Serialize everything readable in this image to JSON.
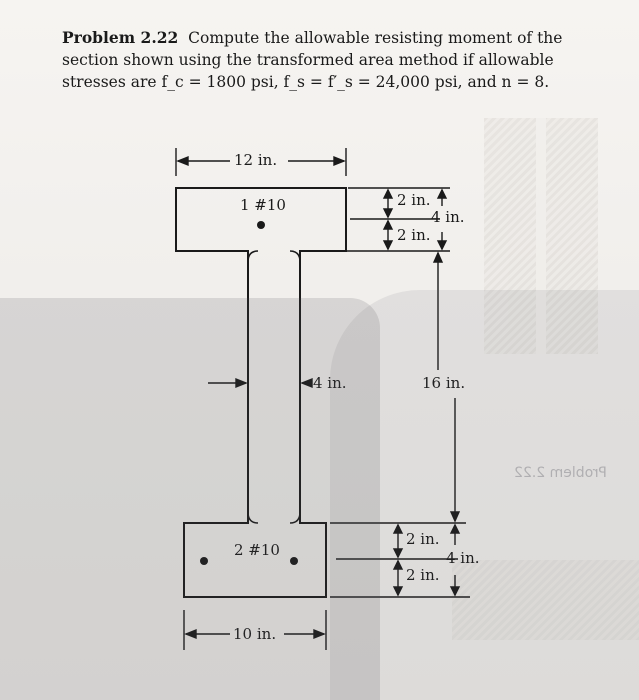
{
  "problem": {
    "label": "Problem 2.22",
    "line1": "Compute the allowable resisting moment of the",
    "line2": "section shown using the transformed area method if allowable",
    "line3": "stresses are f_c = 1800 psi, f_s = f′_s = 24,000 psi, and n = 8."
  },
  "figure": {
    "top_width": "12 in.",
    "top_bars": "1 #10",
    "top_cover": "2 in.",
    "top_flange_depth": "4 in.",
    "top_flange_lower": "2 in.",
    "web_width": "4 in.",
    "web_height": "16 in.",
    "bottom_bars": "2 #10",
    "bottom_upper": "2 in.",
    "bottom_flange_depth": "4 in.",
    "bottom_cover": "2 in.",
    "bottom_width": "10 in."
  },
  "background_text": {
    "page_ref": "Problem 2.22"
  },
  "colors": {
    "ink": "#1a1a1a",
    "paper": "#f1efec"
  }
}
